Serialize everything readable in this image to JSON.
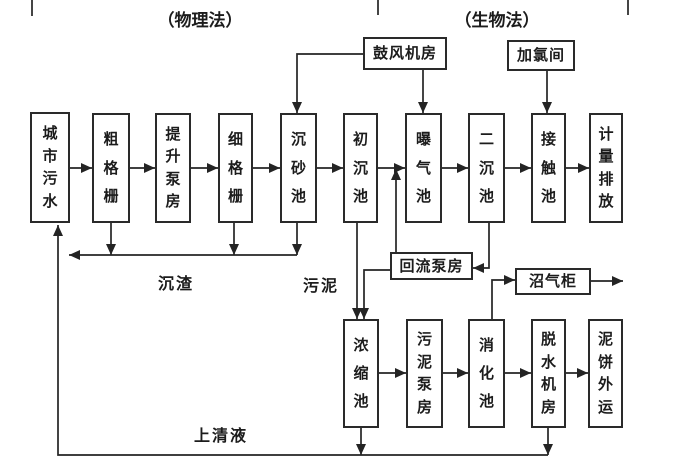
{
  "diagram": {
    "section_labels": {
      "physical": "（物理法）",
      "biological": "（生物法）"
    },
    "main_row": [
      {
        "id": "city-sewage",
        "label": "城市污水"
      },
      {
        "id": "coarse-screen",
        "label": "粗格栅"
      },
      {
        "id": "lift-pump-house",
        "label": "提升泵房"
      },
      {
        "id": "fine-screen",
        "label": "细格栅"
      },
      {
        "id": "grit-chamber",
        "label": "沉砂池"
      },
      {
        "id": "primary-sedimentation",
        "label": "初沉池"
      },
      {
        "id": "aeration-tank",
        "label": "曝气池"
      },
      {
        "id": "secondary-sedimentation",
        "label": "二沉池"
      },
      {
        "id": "contact-tank",
        "label": "接触池"
      },
      {
        "id": "metered-discharge",
        "label": "计量排放"
      }
    ],
    "aux_boxes": {
      "blower_house": {
        "label": "鼓风机房"
      },
      "chlorination_room": {
        "label": "加氯间"
      },
      "return_pump_house": {
        "label": "回流泵房"
      },
      "biogas_holder": {
        "label": "沼气柜"
      }
    },
    "sludge_row": [
      {
        "id": "thickening-tank",
        "label": "浓缩池"
      },
      {
        "id": "sludge-pump-house",
        "label": "污泥泵房"
      },
      {
        "id": "digestion-tank",
        "label": "消化池"
      },
      {
        "id": "dewatering-house",
        "label": "脱水机房"
      },
      {
        "id": "cake-transport",
        "label": "泥饼外运"
      }
    ],
    "flow_labels": {
      "sediment": "沉渣",
      "sludge": "污泥",
      "supernatant": "上清液"
    },
    "colors": {
      "line": "#242424",
      "box_border": "#2a2a2a",
      "background": "#ffffff"
    }
  }
}
